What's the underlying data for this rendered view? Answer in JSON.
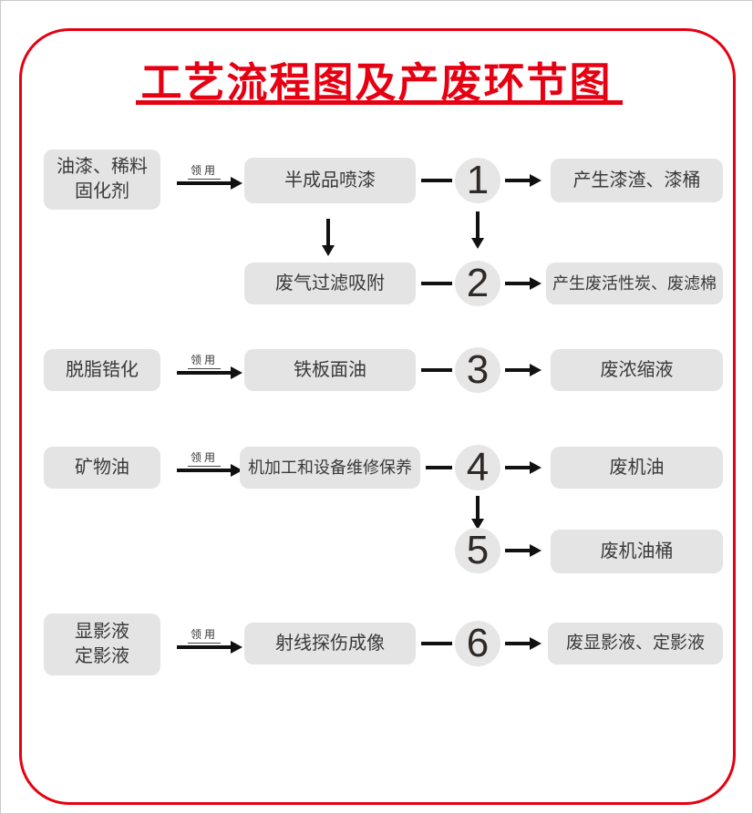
{
  "title": "工艺流程图及产废环节图",
  "issue_label": "领用",
  "colors": {
    "accent_red": "#e60012",
    "box_fill": "#e4e4e4",
    "arrow_black": "#111111",
    "text_dark": "#3a3a3a"
  },
  "flow": {
    "row1": {
      "source": "油漆、稀料\n固化剂",
      "process": "半成品喷漆",
      "step": "1",
      "waste": "产生漆渣、漆桶"
    },
    "row2": {
      "process": "废气过滤吸附",
      "step": "2",
      "waste": "产生废活性炭、废滤棉"
    },
    "row3": {
      "source": "脱脂锆化",
      "process": "铁板面油",
      "step": "3",
      "waste": "废浓缩液"
    },
    "row4": {
      "source": "矿物油",
      "process": "机加工和设备维修保养",
      "step": "4",
      "waste": "废机油"
    },
    "row5": {
      "step": "5",
      "waste": "废机油桶"
    },
    "row6": {
      "source": "显影液\n定影液",
      "process": "射线探伤成像",
      "step": "6",
      "waste": "废显影液、定影液"
    }
  }
}
